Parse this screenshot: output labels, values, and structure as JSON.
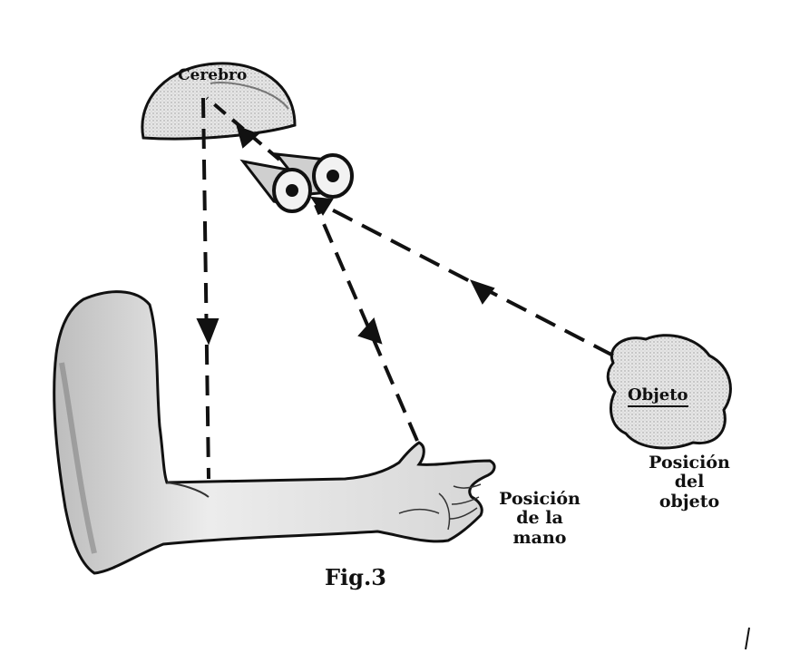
{
  "labels": {
    "brain": "Cerebro",
    "object": "Objeto",
    "object_position": [
      "Posición",
      "del",
      "objeto"
    ],
    "hand_position": [
      "Posición",
      "de la",
      "mano"
    ],
    "caption": "Fig.3"
  },
  "colors": {
    "ink": "#111111",
    "shade": "#d9d9d9",
    "paper": "#ffffff"
  }
}
